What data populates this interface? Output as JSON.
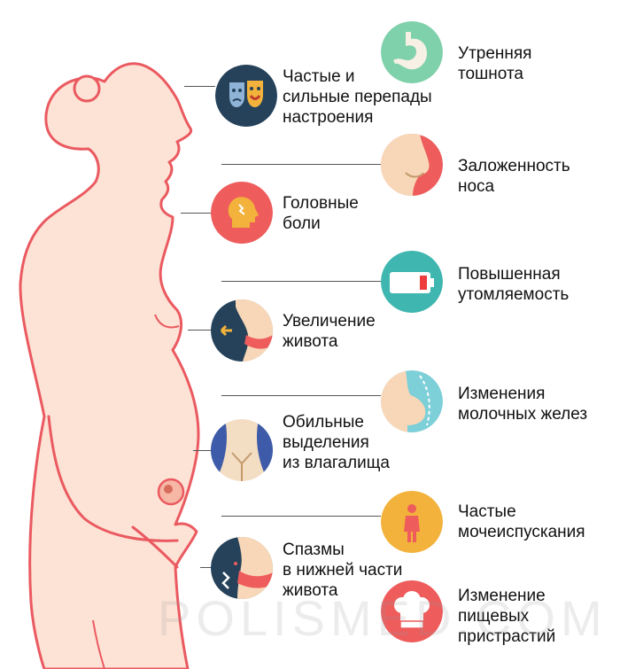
{
  "symptoms_left": [
    {
      "label": "Частые и\nсильные перепады\nнастроения",
      "icon": "theater-masks-icon"
    },
    {
      "label": "Головные\nболи",
      "icon": "headache-icon"
    },
    {
      "label": "Увеличение\nживота",
      "icon": "belly-growth-icon"
    },
    {
      "label": "Обильные\nвыделения\nиз влагалища",
      "icon": "pelvis-icon"
    },
    {
      "label": "Спазмы\nв нижней части\nживота",
      "icon": "abdominal-cramp-icon"
    }
  ],
  "symptoms_right": [
    {
      "label": "Утренняя\nтошнота",
      "icon": "stomach-icon"
    },
    {
      "label": "Заложенность\nноса",
      "icon": "nose-icon"
    },
    {
      "label": "Повышенная\nутомляемость",
      "icon": "low-battery-icon"
    },
    {
      "label": "Изменения\nмолочных желез",
      "icon": "breast-icon"
    },
    {
      "label": "Частые\nмочеиспускания",
      "icon": "woman-figure-icon"
    },
    {
      "label": "Изменение\nпищевых\nпристрастий",
      "icon": "chef-hat-icon"
    }
  ],
  "watermark": "POLISMED.COM",
  "colors": {
    "body_fill": "#fde3d6",
    "body_outline": "#ea5a60",
    "navy": "#25425a",
    "red": "#ee5c5c",
    "teal": "#3fb6b0",
    "orange": "#f2b23b",
    "skin": "#f8d7b8",
    "light_blue": "#7dcfd8"
  }
}
